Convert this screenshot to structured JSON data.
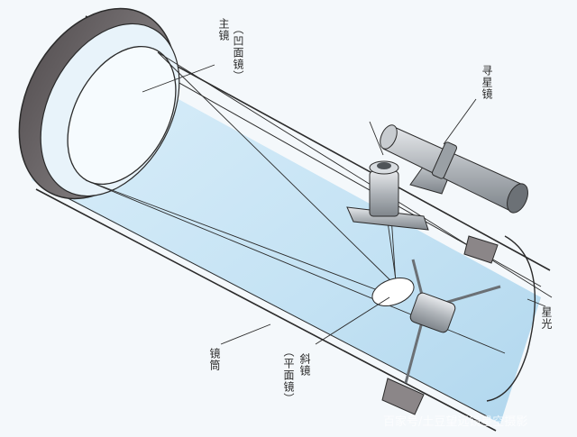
{
  "labels": {
    "primary_mirror_note": "（凹面镜）",
    "primary_mirror": "主镜",
    "finder_scope": "寻星镜",
    "starlight": "星光",
    "tube": "镜筒",
    "secondary_mirror": "斜镜",
    "secondary_mirror_note": "（平面镜）"
  },
  "watermark": "百家号/土豆望远镜星空摄影",
  "colors": {
    "background": "#f4f8fb",
    "tube_interior": "#cfe7f5",
    "tube_rim": "#6f6a6c",
    "metal": "#b9bdc2",
    "outline": "#2b2b2b"
  }
}
